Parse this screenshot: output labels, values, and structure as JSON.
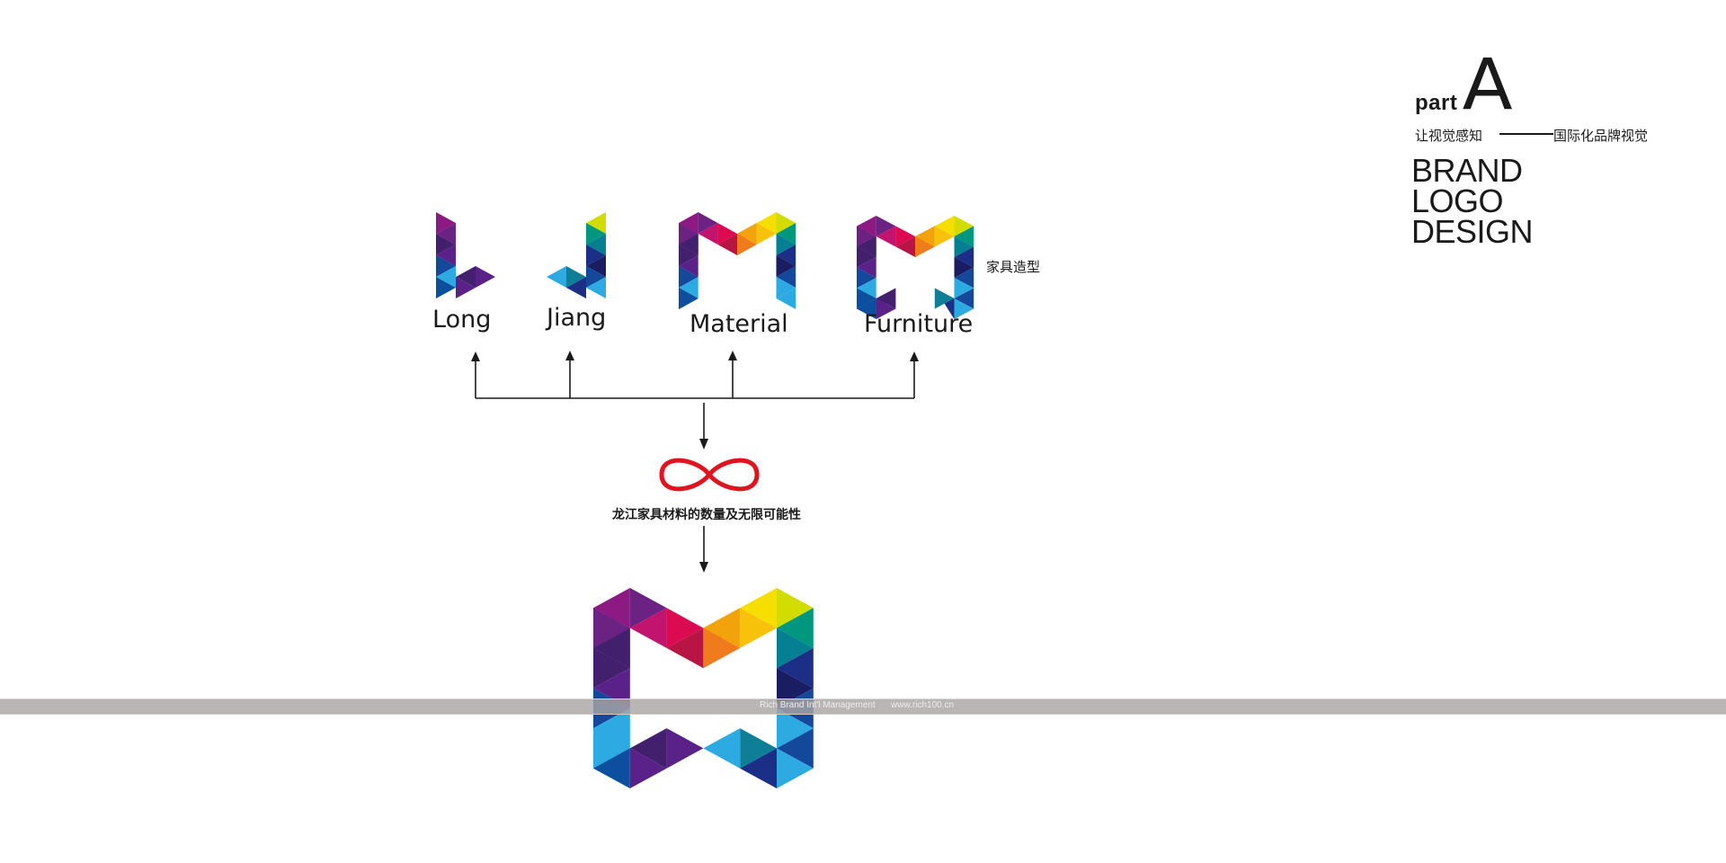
{
  "header": {
    "part_word": "part",
    "part_letter": "A",
    "slogan_left": "让视觉感知",
    "slogan_right": "国际化品牌视觉",
    "title_lines": [
      "BRAND",
      "LOGO",
      "DESIGN"
    ]
  },
  "letters": [
    {
      "glyph": "L",
      "word": "Long"
    },
    {
      "glyph": "J",
      "word": "Jiang"
    },
    {
      "glyph": "M",
      "word": "Material"
    },
    {
      "glyph": "M",
      "word": "Furniture",
      "note": "家具造型"
    }
  ],
  "infinity": {
    "symbol": "infinity-icon",
    "caption": "龙江家具材料的数量及无限可能性",
    "color": "#e0141e"
  },
  "final_logo": {
    "glyph": "M",
    "description": "combined faceted M logo"
  },
  "palette": {
    "magenta": "#8c1a82",
    "plum": "#6c2283",
    "violet": "#5a2288",
    "deep_violet": "#43206e",
    "crimson_pink": "#c2136f",
    "red": "#dc0a50",
    "dark_red": "#b81444",
    "orange": "#ef7b1c",
    "amber": "#f2a20a",
    "gold": "#f8c20b",
    "yellow": "#f6de00",
    "lime": "#d3dc00",
    "teal": "#00977f",
    "petrol": "#077f93",
    "navy": "#1c2f86",
    "midnight": "#1b1d62",
    "royal": "#14489a",
    "cobalt": "#0c4f9e",
    "sky": "#2eaae3",
    "cyan_dark": "#0e7f97"
  },
  "footer": {
    "brand": "Rich Brand Int'l Management",
    "url": "www.rich100.cn"
  }
}
